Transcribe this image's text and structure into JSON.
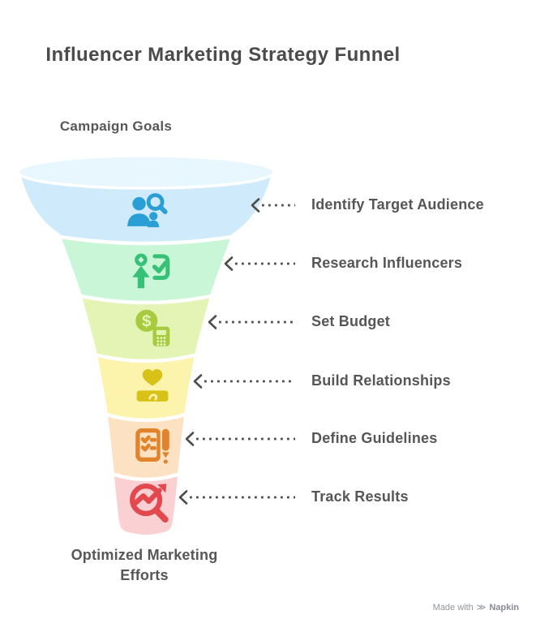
{
  "title": "Influencer Marketing Strategy Funnel",
  "funnel": {
    "top_label": "Campaign Goals",
    "bottom_label": "Optimized Marketing Efforts"
  },
  "stages": [
    {
      "label": "Identify Target Audience",
      "icon": "person-search-icon",
      "slice_color": "#cfeafb",
      "icon_color": "#2a9fd6"
    },
    {
      "label": "Research Influencers",
      "icon": "person-check-icon",
      "slice_color": "#c9f6d6",
      "icon_color": "#36c177"
    },
    {
      "label": "Set Budget",
      "icon": "money-calculator-icon",
      "slice_color": "#e4f4b4",
      "icon_color": "#a7ca3e",
      "coin_glyph": "$"
    },
    {
      "label": "Build Relationships",
      "icon": "heart-handshake-icon",
      "slice_color": "#fcf3ac",
      "icon_color": "#d9c218"
    },
    {
      "label": "Define Guidelines",
      "icon": "checklist-pen-icon",
      "slice_color": "#fce2c2",
      "icon_color": "#e0832a"
    },
    {
      "label": "Track Results",
      "icon": "search-trend-icon",
      "slice_color": "#fad0d2",
      "icon_color": "#e2494f"
    }
  ],
  "colors": {
    "rim": "#e8f6fe",
    "arrow": "#4d4d4d",
    "text": "#565656",
    "background": "#ffffff"
  },
  "watermark": {
    "prefix": "Made with",
    "icon_glyph": "≫",
    "brand": "Napkin"
  }
}
